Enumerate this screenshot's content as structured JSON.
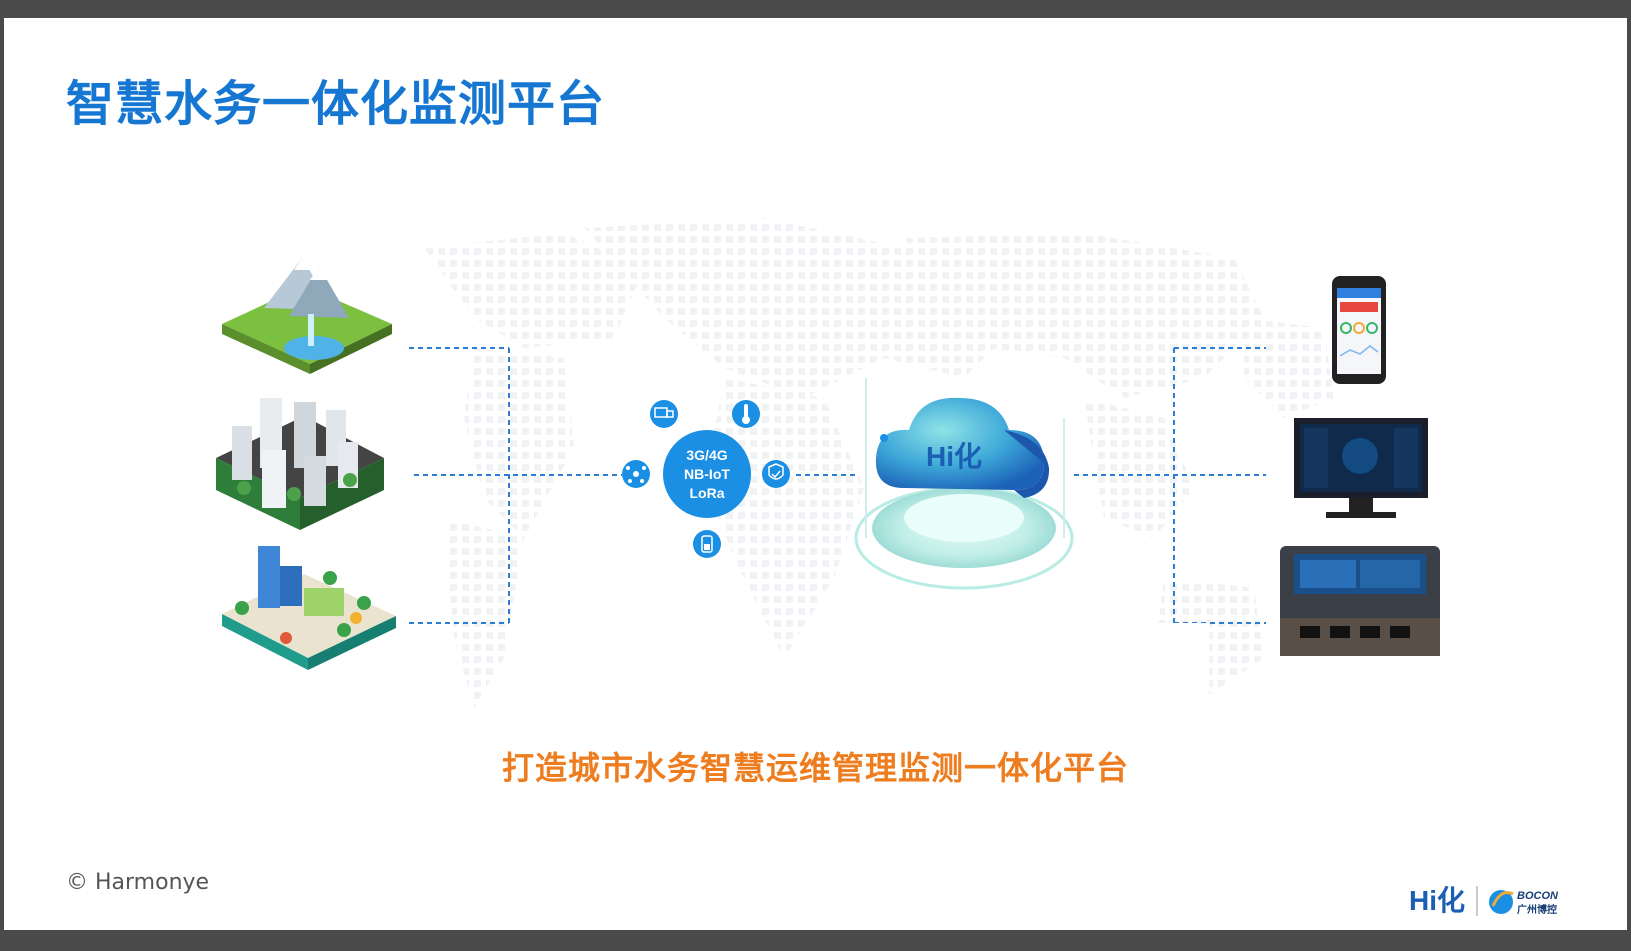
{
  "slide": {
    "title": "智慧水务一体化监测平台",
    "slogan": "打造城市水务智慧运维管理监测一体化平台",
    "copyright": "© Harmonye"
  },
  "network_hub": {
    "line1": "3G/4G",
    "line2": "NB-IoT",
    "line3": "LoRa"
  },
  "cloud": {
    "logo_text": "Hi化"
  },
  "logos": {
    "hi_logo": "Hi化",
    "bocon_brand": "BOCON",
    "bocon_cn": "广州博控"
  },
  "colors": {
    "title": "#1677d2",
    "slogan": "#ee7d1f",
    "hub": "#1a8fe3",
    "connector": "#2a7fd4"
  }
}
